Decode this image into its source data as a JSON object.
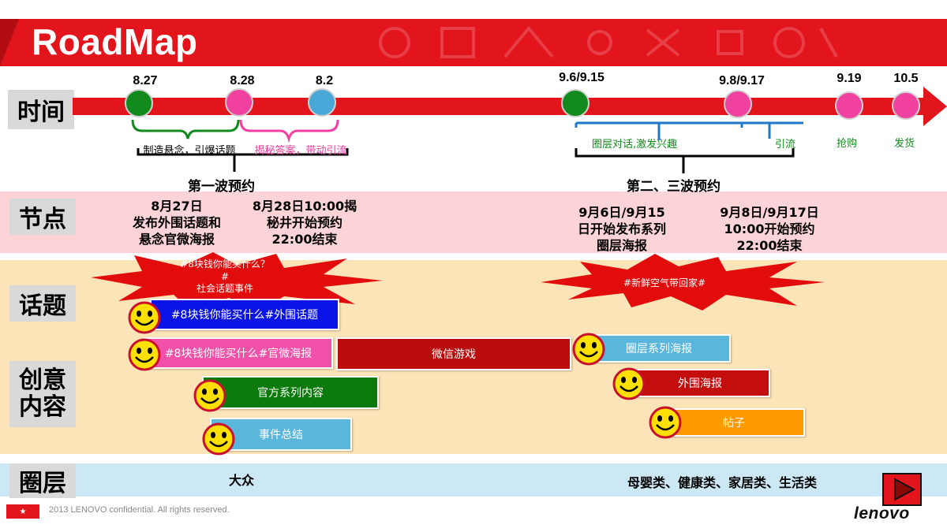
{
  "header": {
    "title": "RoadMap"
  },
  "labels": {
    "time": "时间",
    "nodes": "节点",
    "topic": "话题",
    "creative_line1": "创意",
    "creative_line2": "内容",
    "circle": "圈层"
  },
  "timeline": {
    "dates": [
      "8.27",
      "8.28",
      "8.2",
      "9.6/9.15",
      "9.8/9.17",
      "9.19",
      "10.5"
    ],
    "colors": {
      "arrow": "#e2141c",
      "green": "#138a1e",
      "pink": "#f040a0",
      "blue": "#4aa8d8"
    }
  },
  "phases": {
    "note1": "制造悬念，引爆话题",
    "note2": "揭秘答案，带动引流",
    "wave1": "第一波预约",
    "note3": "圈层对话,激发兴趣",
    "note4": "引流",
    "note5": "抢购",
    "note6": "发货",
    "wave2": "第二、三波预约"
  },
  "nodes": {
    "n1": [
      "8月27日",
      "发布外围话题和",
      "悬念官微海报"
    ],
    "n2": [
      "8月28日10:00揭",
      "秘井开始预约",
      "22:00结束"
    ],
    "n3": [
      "9月6日/9月15",
      "日开始发布系列",
      "圈层海报"
    ],
    "n4": [
      "9月8日/9月17日",
      "10:00开始预约",
      "22:00结束"
    ]
  },
  "topics": {
    "burst1": [
      "#8块钱你能买什么？",
      "#",
      "社会话题事件"
    ],
    "burst2": "#新鲜空气带回家#"
  },
  "creative": {
    "b1": "#8块钱你能买什么#外围话题",
    "b2": "#8块钱你能买什么#官微海报",
    "b3": "微信游戏",
    "b4": "官方系列内容",
    "b5": "事件总结",
    "b6": "圈层系列海报",
    "b7": "外围海报",
    "b8": "帖子",
    "colors": {
      "blue": "#0a14e6",
      "pink": "#f050a8",
      "darkred": "#bb0d0d",
      "green": "#0a7a0a",
      "lightblue": "#5bb6dc",
      "red": "#c40d0d",
      "orange": "#ff9b00"
    }
  },
  "circle": {
    "left": "大众",
    "right": "母婴类、健康类、家居类、生活类"
  },
  "footer": {
    "text": "2013 LENOVO confidential. All rights reserved.",
    "brand": "lenovo"
  }
}
